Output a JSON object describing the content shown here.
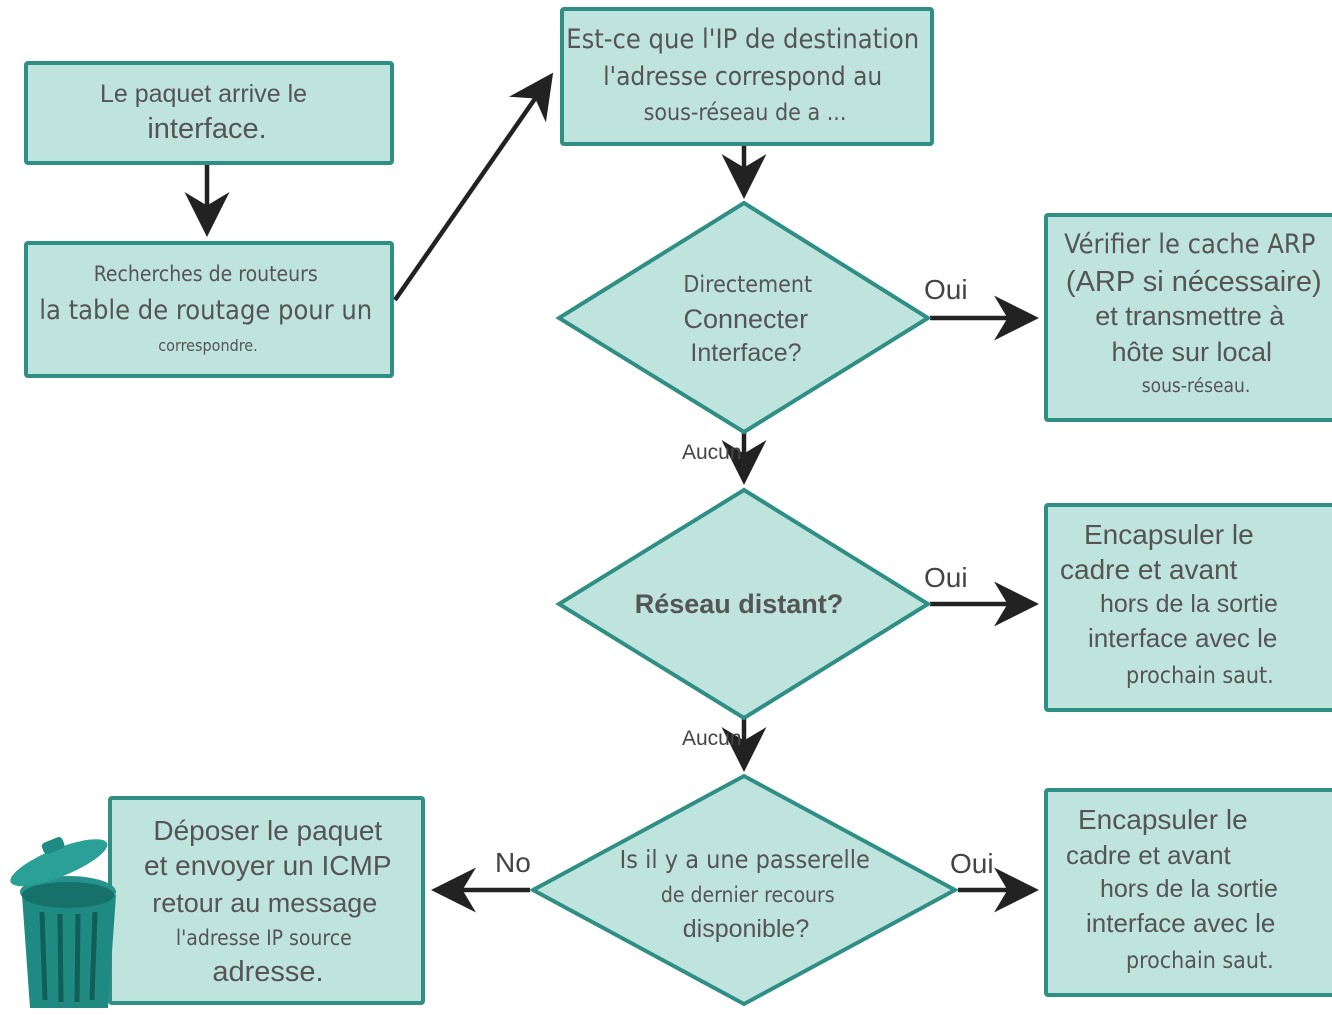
{
  "colors": {
    "box_fill": "#bfe3dd",
    "box_stroke": "#2f8f84",
    "arrow": "#222222",
    "trash": "#1f8a82"
  },
  "nodes": {
    "arrive": [
      "Le paquet arrive le",
      "interface."
    ],
    "search": [
      "Recherches de routeurs",
      "la table de routage pour un",
      "correspondre."
    ],
    "dest_match": [
      "Est-ce que l'IP de destination",
      "l'adresse correspond au",
      "sous-réseau de a ..."
    ],
    "direct_connect": [
      "Directement",
      "Connecter",
      "Interface?"
    ],
    "arp": [
      "Vérifier le cache ARP",
      "(ARP si nécessaire)",
      "et transmettre à",
      "hôte sur local",
      "sous-réseau."
    ],
    "remote_net": [
      "Réseau distant?"
    ],
    "encap1": [
      "Encapsuler le",
      "cadre et avant",
      "hors de la sortie",
      "interface avec le",
      "prochain saut."
    ],
    "gateway": [
      "Is il y a une passerelle",
      "de dernier recours",
      "disponible?"
    ],
    "encap2": [
      "Encapsuler le",
      "cadre et avant",
      "hors de la sortie",
      "interface avec le",
      "prochain saut."
    ],
    "drop": [
      "Déposer le paquet",
      "et envoyer un ICMP",
      "retour au message",
      "l'adresse IP source",
      "adresse."
    ]
  },
  "edge_labels": {
    "oui1": "Oui",
    "oui2": "Oui",
    "oui3": "Oui",
    "aucun1": "Aucun",
    "aucun2": "Aucun",
    "no": "No"
  },
  "icons": {
    "trash": "trash-can-icon"
  }
}
